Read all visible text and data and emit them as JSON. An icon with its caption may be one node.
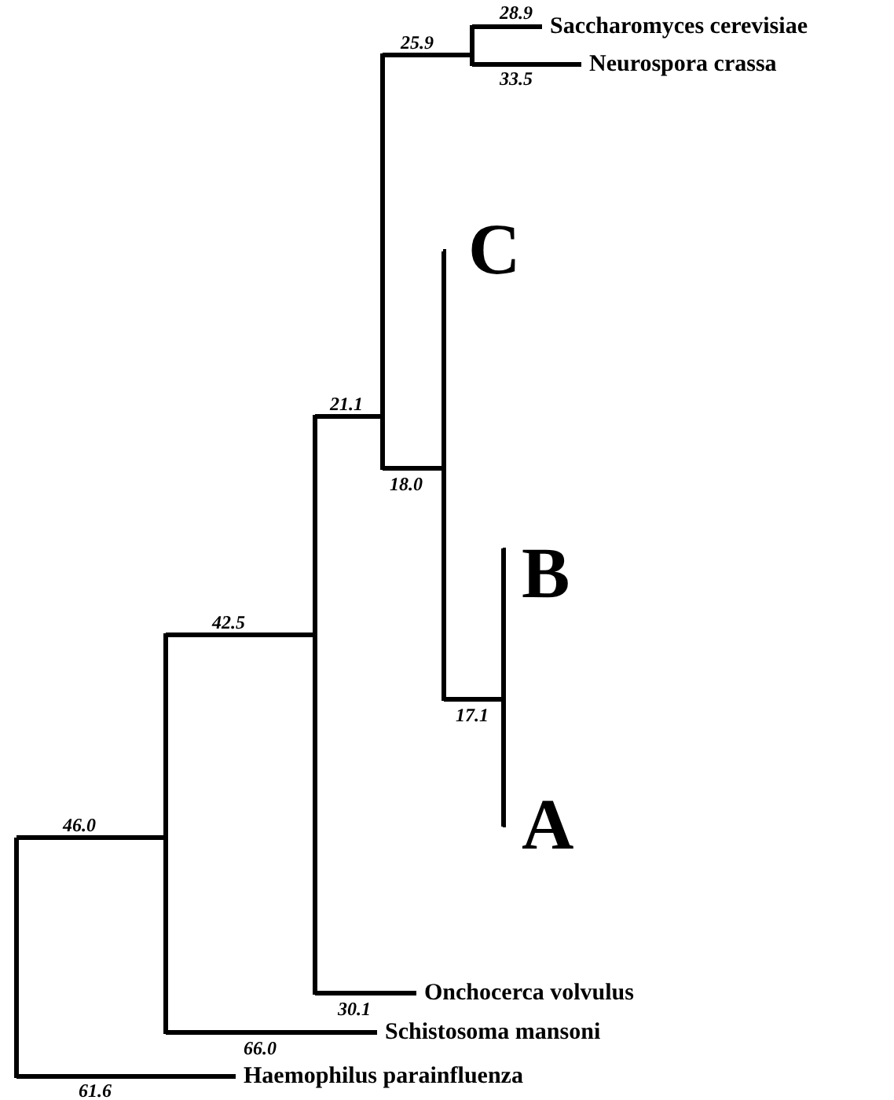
{
  "diagram": {
    "nodes": [
      {
        "text": [
          "Saccharomyces cerevisiae"
        ]
      },
      {
        "text": [
          "Neurospora crassa"
        ]
      },
      {
        "text": [
          "C"
        ]
      },
      {
        "text": [
          "B"
        ]
      },
      {
        "text": [
          "A"
        ]
      },
      {
        "text": [
          "Onchocerca volvulus"
        ]
      },
      {
        "text": [
          "Schistosoma mansoni"
        ]
      },
      {
        "text": [
          "Haemophilus parainfluenza"
        ]
      },
      {
        "text": [],
        "shape": "bar"
      },
      {
        "text": [],
        "shape": "bar"
      },
      {
        "text": [],
        "shape": "bar"
      },
      {
        "text": [],
        "shape": "bar"
      },
      {
        "text": [],
        "shape": "bar"
      },
      {
        "text": [],
        "shape": "bar"
      },
      {
        "text": [],
        "shape": "bar"
      }
    ],
    "edges": [
      {
        "from": 12,
        "to": 0,
        "arrow": "none",
        "label": "28.9"
      },
      {
        "from": 12,
        "to": 1,
        "arrow": "none",
        "label": "33.5"
      },
      {
        "from": 11,
        "to": 12,
        "arrow": "none",
        "label": "25.9"
      },
      {
        "from": 13,
        "to": 2,
        "arrow": "none"
      },
      {
        "from": 14,
        "to": 3,
        "arrow": "none"
      },
      {
        "from": 14,
        "to": 4,
        "arrow": "none"
      },
      {
        "from": 13,
        "to": 14,
        "arrow": "none",
        "label": "17.1"
      },
      {
        "from": 11,
        "to": 13,
        "arrow": "none",
        "label": "18.0"
      },
      {
        "from": 10,
        "to": 11,
        "arrow": "none",
        "label": "21.1"
      },
      {
        "from": 10,
        "to": 5,
        "arrow": "none",
        "label": "30.1"
      },
      {
        "from": 9,
        "to": 10,
        "arrow": "none",
        "label": "42.5"
      },
      {
        "from": 9,
        "to": 6,
        "arrow": "none",
        "label": "66.0"
      },
      {
        "from": 8,
        "to": 9,
        "arrow": "none",
        "label": "46.0"
      },
      {
        "from": 8,
        "to": 7,
        "arrow": "none",
        "label": "61.6"
      }
    ]
  }
}
